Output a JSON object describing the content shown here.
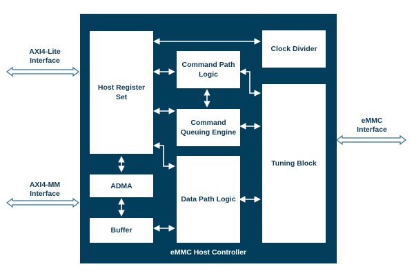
{
  "diagram": {
    "container_label": "eMMC Host Controller",
    "blocks": {
      "host_register_set": "Host Register\nSet",
      "adma": "ADMA",
      "buffer": "Buffer",
      "command_path_logic": "Command Path\nLogic",
      "command_queuing_engine": "Command\nQueuing Engine",
      "data_path_logic": "Data Path Logic",
      "clock_divider": "Clock Divider",
      "tuning_block": "Tuning Block"
    },
    "interfaces": {
      "axi4_lite": "AXI4-Lite\nInterface",
      "axi4_mm": "AXI4-MM\nInterface",
      "emmc": "eMMC\nInterface"
    }
  },
  "colors": {
    "controller_bg": "#003e5c",
    "block_bg": "#ffffff",
    "text": "#0a3a5a",
    "arrow_internal": "#ffffff",
    "arrow_external": "#2f6f9f"
  }
}
